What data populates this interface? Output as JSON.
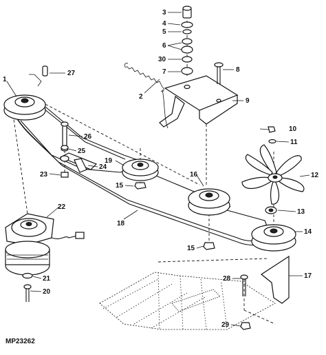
{
  "diagram": {
    "code": "MP23262",
    "callouts": [
      "1",
      "2",
      "3",
      "4",
      "5",
      "6",
      "7",
      "8",
      "9",
      "10",
      "11",
      "12",
      "13",
      "14",
      "15",
      "15",
      "16",
      "17",
      "18",
      "19",
      "20",
      "21",
      "22",
      "23",
      "24",
      "25",
      "26",
      "27",
      "28",
      "29",
      "30"
    ]
  }
}
